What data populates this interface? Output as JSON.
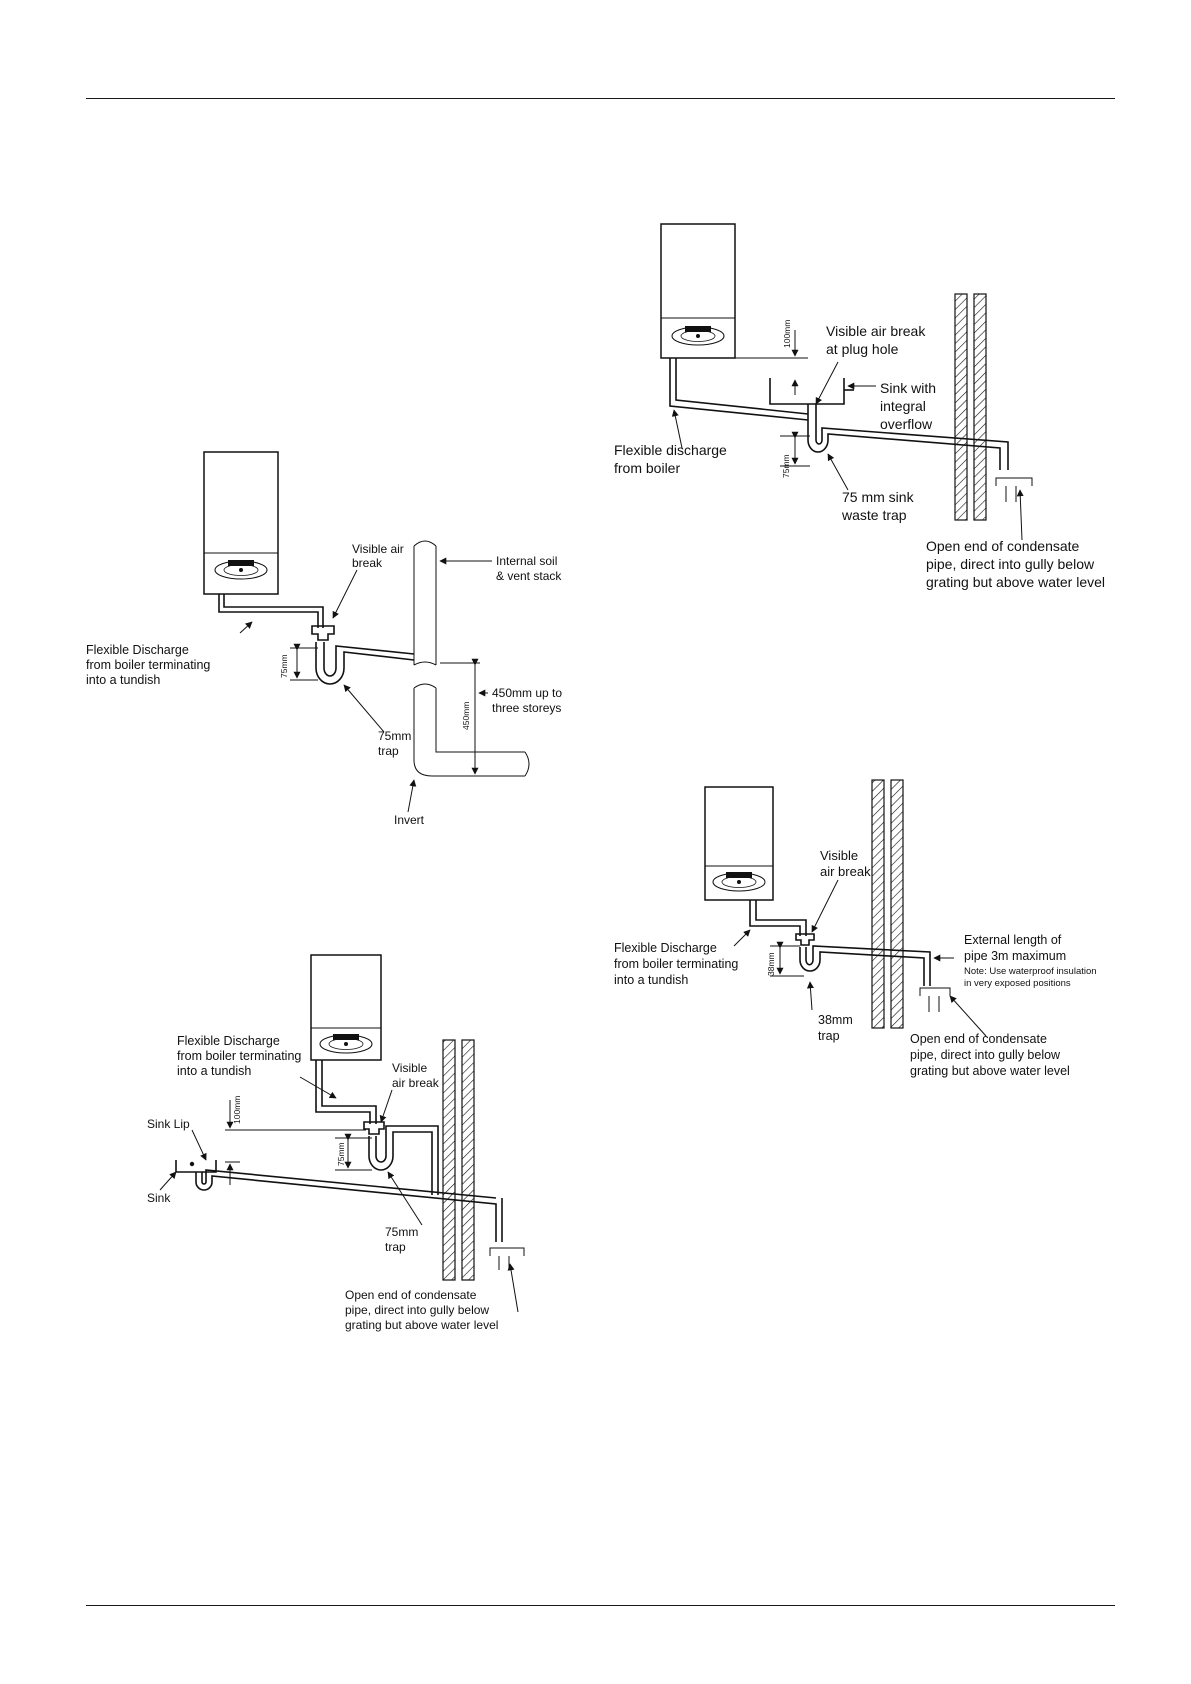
{
  "diagram_a": {
    "visible_air_break": [
      "Visible air",
      "break"
    ],
    "stack": [
      "Internal soil",
      "& vent stack"
    ],
    "flexible_discharge": [
      "Flexible Discharge",
      "from boiler terminating",
      "into a tundish"
    ],
    "dim_trap": "75mm",
    "dim_height": "450mm",
    "height_note": [
      "450mm up to",
      "three storeys"
    ],
    "trap": [
      "75mm",
      "trap"
    ],
    "invert": "Invert"
  },
  "diagram_b": {
    "flexible_discharge": [
      "Flexible Discharge",
      "from boiler terminating",
      "into a tundish"
    ],
    "visible_air_break": [
      "Visible",
      "air break"
    ],
    "dim_lip": "100mm",
    "sink_lip": "Sink Lip",
    "sink": "Sink",
    "dim_trap": "75mm",
    "trap": [
      "75mm",
      "trap"
    ],
    "open_end": [
      "Open end of condensate",
      "pipe, direct into gully below",
      "grating but above water level"
    ]
  },
  "diagram_c": {
    "dim_plug": "100mm",
    "visible_air_break": [
      "Visible air break",
      "at plug hole"
    ],
    "sink_overflow": [
      "Sink with",
      "integral",
      "overflow"
    ],
    "flexible_discharge": [
      "Flexible discharge",
      "from boiler"
    ],
    "dim_trap": "75mm",
    "trap": [
      "75 mm sink",
      "waste trap"
    ],
    "open_end": [
      "Open end of condensate",
      "pipe, direct into gully below",
      "grating but above water level"
    ]
  },
  "diagram_d": {
    "visible_air_break": [
      "Visible",
      "air break"
    ],
    "flexible_discharge": [
      "Flexible Discharge",
      "from boiler terminating",
      "into a tundish"
    ],
    "dim_trap": "38mm",
    "trap": [
      "38mm",
      "trap"
    ],
    "external": [
      "External length of",
      "pipe 3m maximum"
    ],
    "note": [
      "Note: Use waterproof insulation",
      "in very exposed positions"
    ],
    "open_end": [
      "Open end of condensate",
      "pipe, direct into gully below",
      "grating but above water level"
    ]
  }
}
